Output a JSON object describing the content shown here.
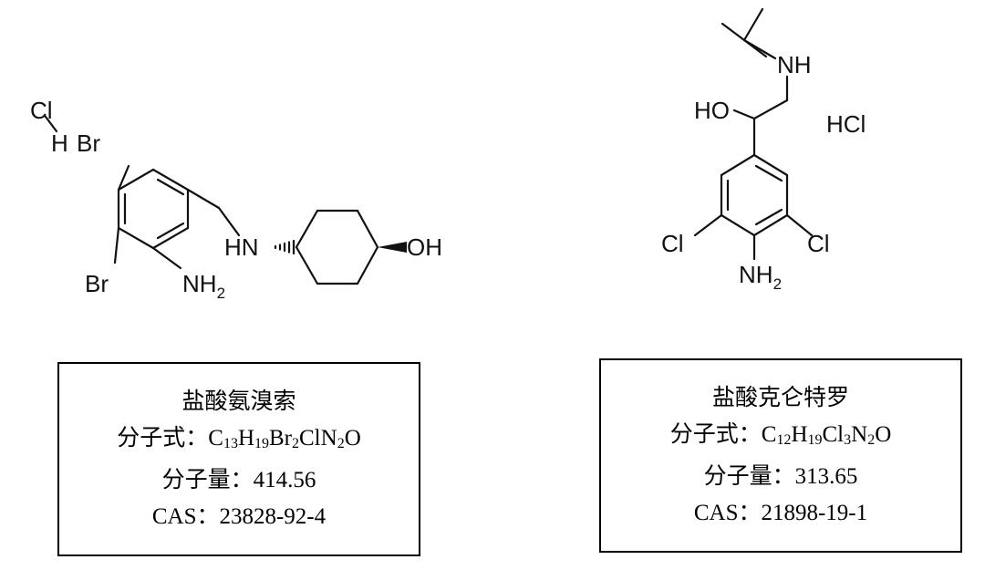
{
  "left": {
    "name": "盐酸氨溴索",
    "formula_label": "分子式：",
    "formula_parts": [
      {
        "t": "C"
      },
      {
        "s": "13"
      },
      {
        "t": "H"
      },
      {
        "s": "19"
      },
      {
        "t": "Br"
      },
      {
        "s": "2"
      },
      {
        "t": "ClN"
      },
      {
        "s": "2"
      },
      {
        "t": "O"
      }
    ],
    "mw_label": "分子量：",
    "mw_value": "414.56",
    "cas_label": "CAS：",
    "cas_value": "23828-92-4",
    "atoms": {
      "cl": "Cl",
      "h": "H",
      "br_top": "Br",
      "br_bottom": "Br",
      "nh2_main": "NH",
      "nh2_sub": "2",
      "hn": "HN",
      "oh": "OH"
    }
  },
  "right": {
    "name": "盐酸克仑特罗",
    "formula_label": "分子式：",
    "formula_parts": [
      {
        "t": "C"
      },
      {
        "s": "12"
      },
      {
        "t": "H"
      },
      {
        "s": "19"
      },
      {
        "t": "Cl"
      },
      {
        "s": "3"
      },
      {
        "t": "N"
      },
      {
        "s": "2"
      },
      {
        "t": "O"
      }
    ],
    "mw_label": "分子量：",
    "mw_value": "313.65",
    "cas_label": "CAS：",
    "cas_value": "21898-19-1",
    "atoms": {
      "nh": "NH",
      "ho": "HO",
      "hcl": "HCl",
      "cl_left": "Cl",
      "cl_right": "Cl",
      "nh2_main": "NH",
      "nh2_sub": "2"
    }
  }
}
